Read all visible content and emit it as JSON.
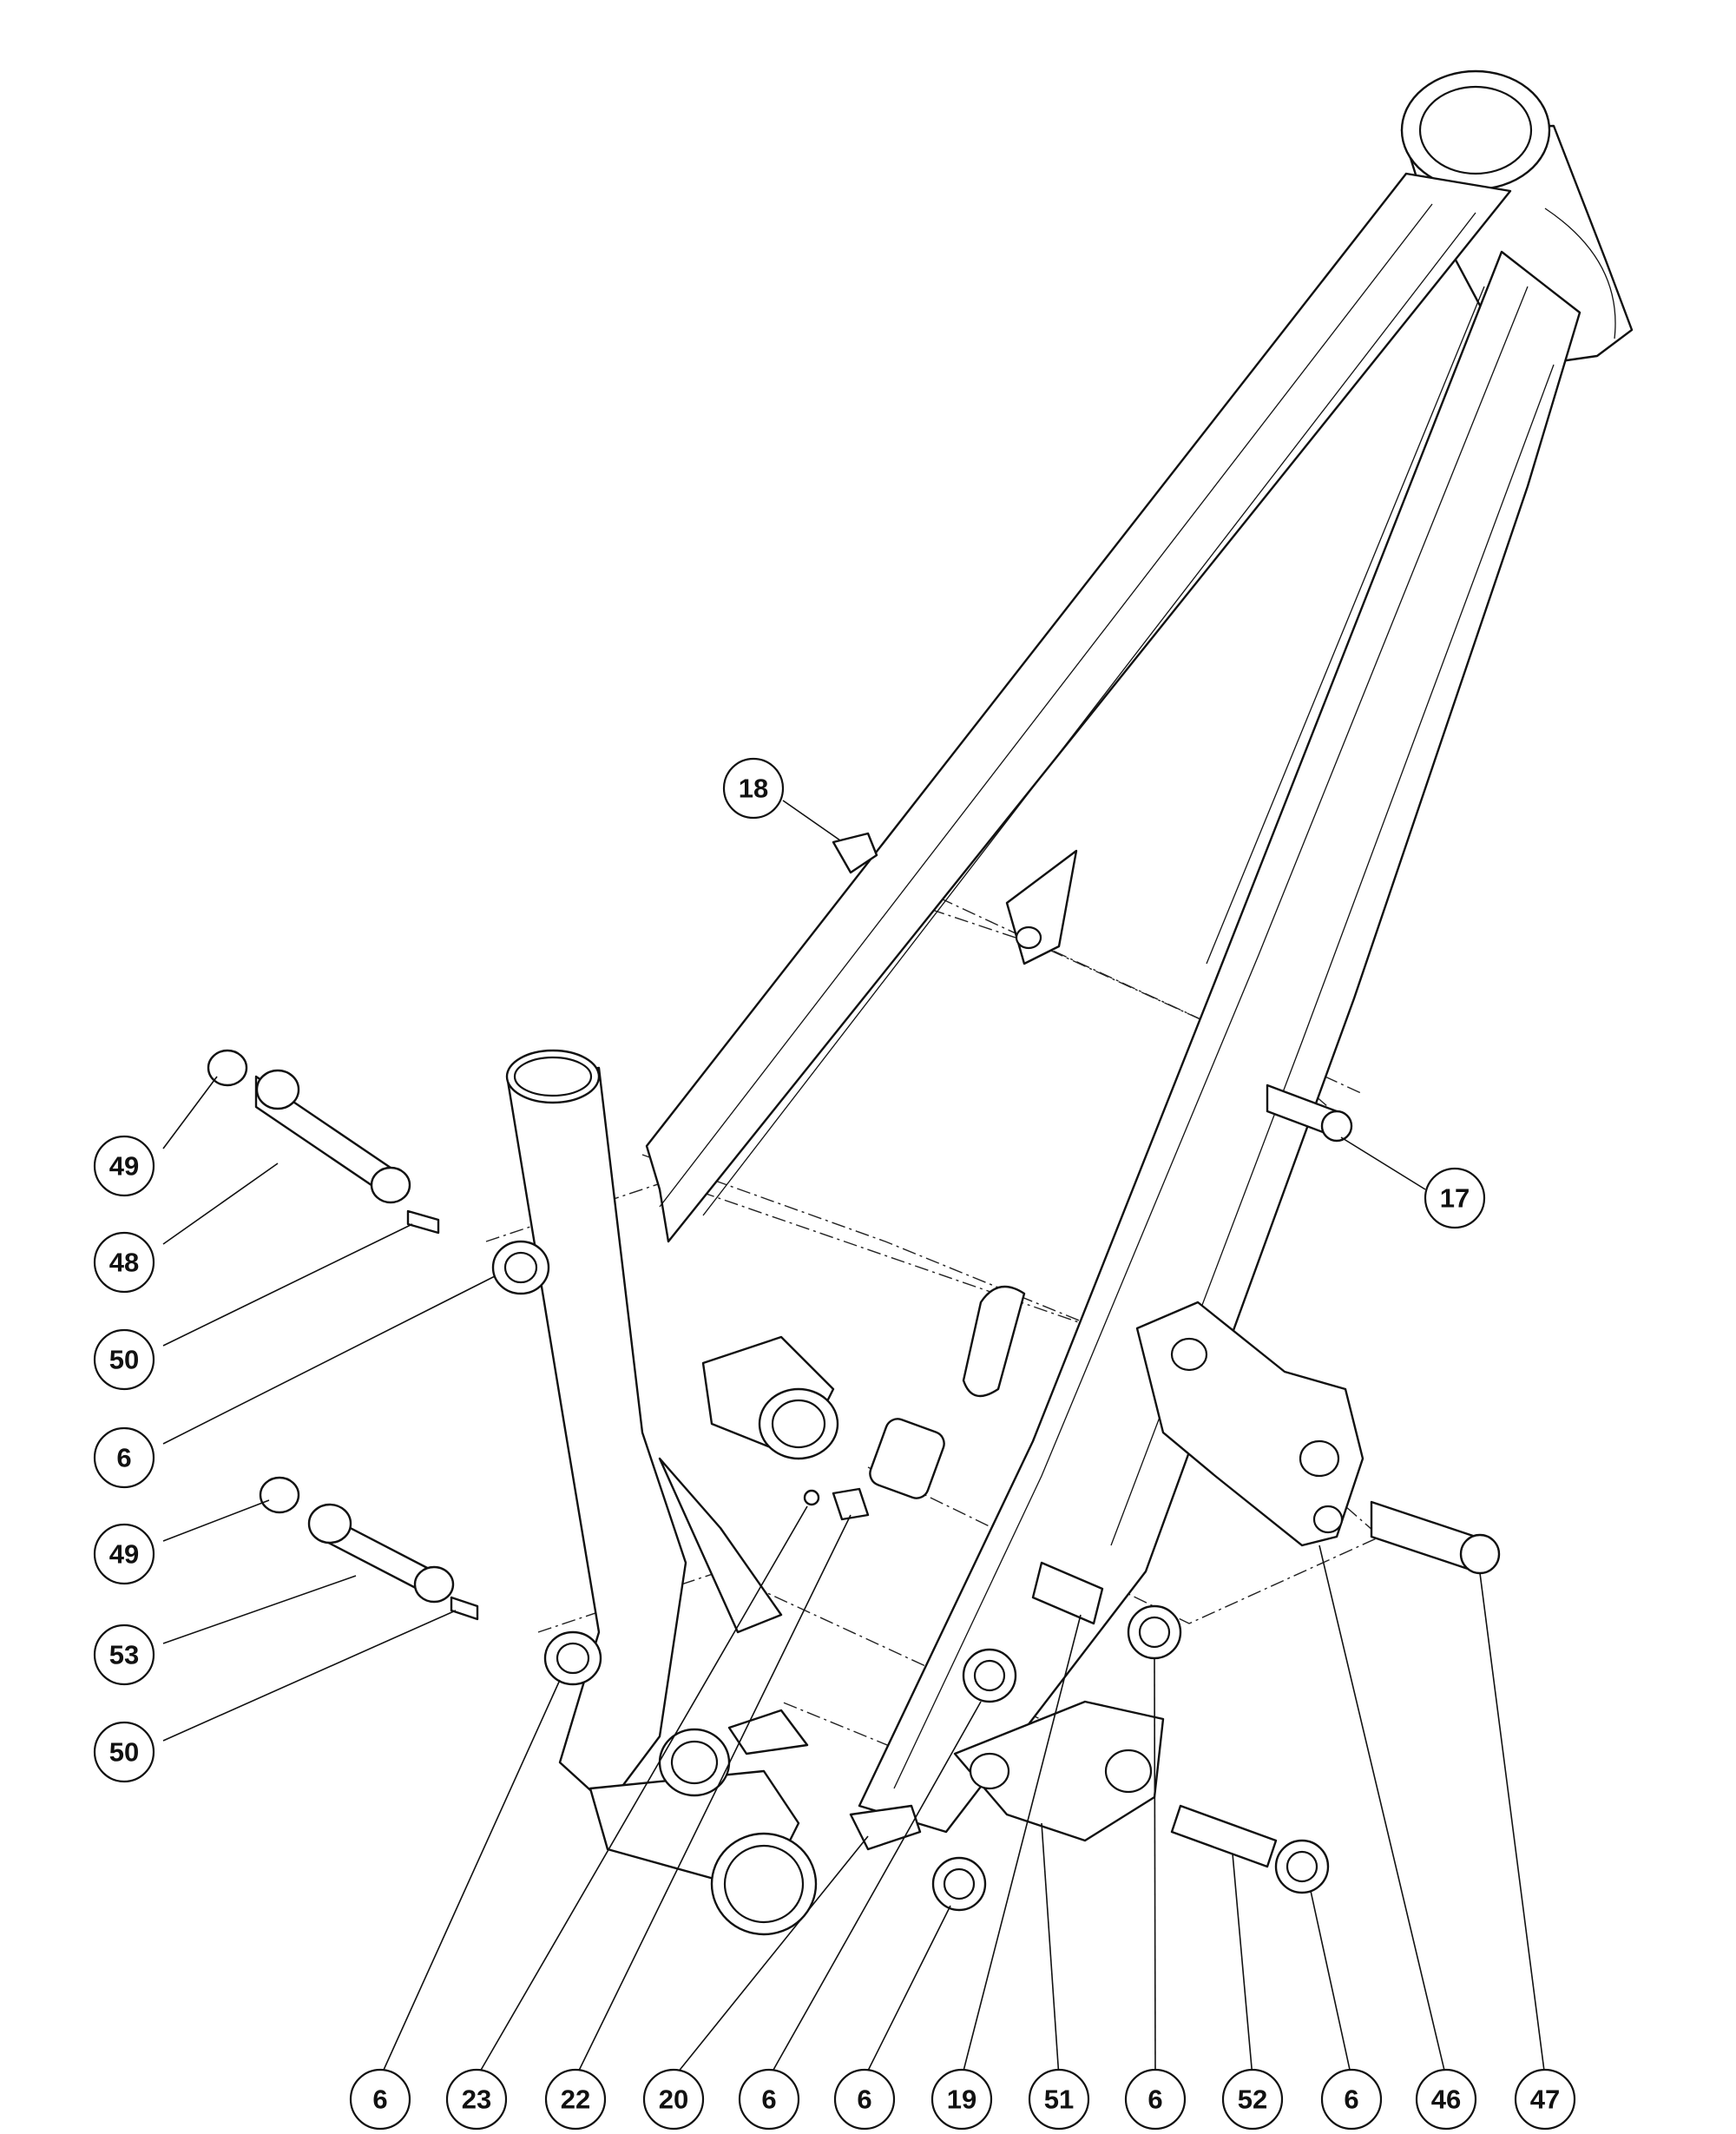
{
  "callouts": [
    {
      "id": "c18a",
      "label": "18"
    },
    {
      "id": "c17a",
      "label": "17"
    },
    {
      "id": "c49a",
      "label": "49"
    },
    {
      "id": "c48a",
      "label": "48"
    },
    {
      "id": "c50a",
      "label": "50"
    },
    {
      "id": "c6a",
      "label": "6"
    },
    {
      "id": "c49b",
      "label": "49"
    },
    {
      "id": "c53a",
      "label": "53"
    },
    {
      "id": "c50b",
      "label": "50"
    },
    {
      "id": "c6b",
      "label": "6"
    },
    {
      "id": "c23a",
      "label": "23"
    },
    {
      "id": "c22a",
      "label": "22"
    },
    {
      "id": "c20a",
      "label": "20"
    },
    {
      "id": "c6c",
      "label": "6"
    },
    {
      "id": "c6d",
      "label": "6"
    },
    {
      "id": "c19a",
      "label": "19"
    },
    {
      "id": "c51a",
      "label": "51"
    },
    {
      "id": "c6e",
      "label": "6"
    },
    {
      "id": "c52a",
      "label": "52"
    },
    {
      "id": "c6f",
      "label": "6"
    },
    {
      "id": "c46a",
      "label": "46"
    },
    {
      "id": "c47a",
      "label": "47"
    }
  ]
}
